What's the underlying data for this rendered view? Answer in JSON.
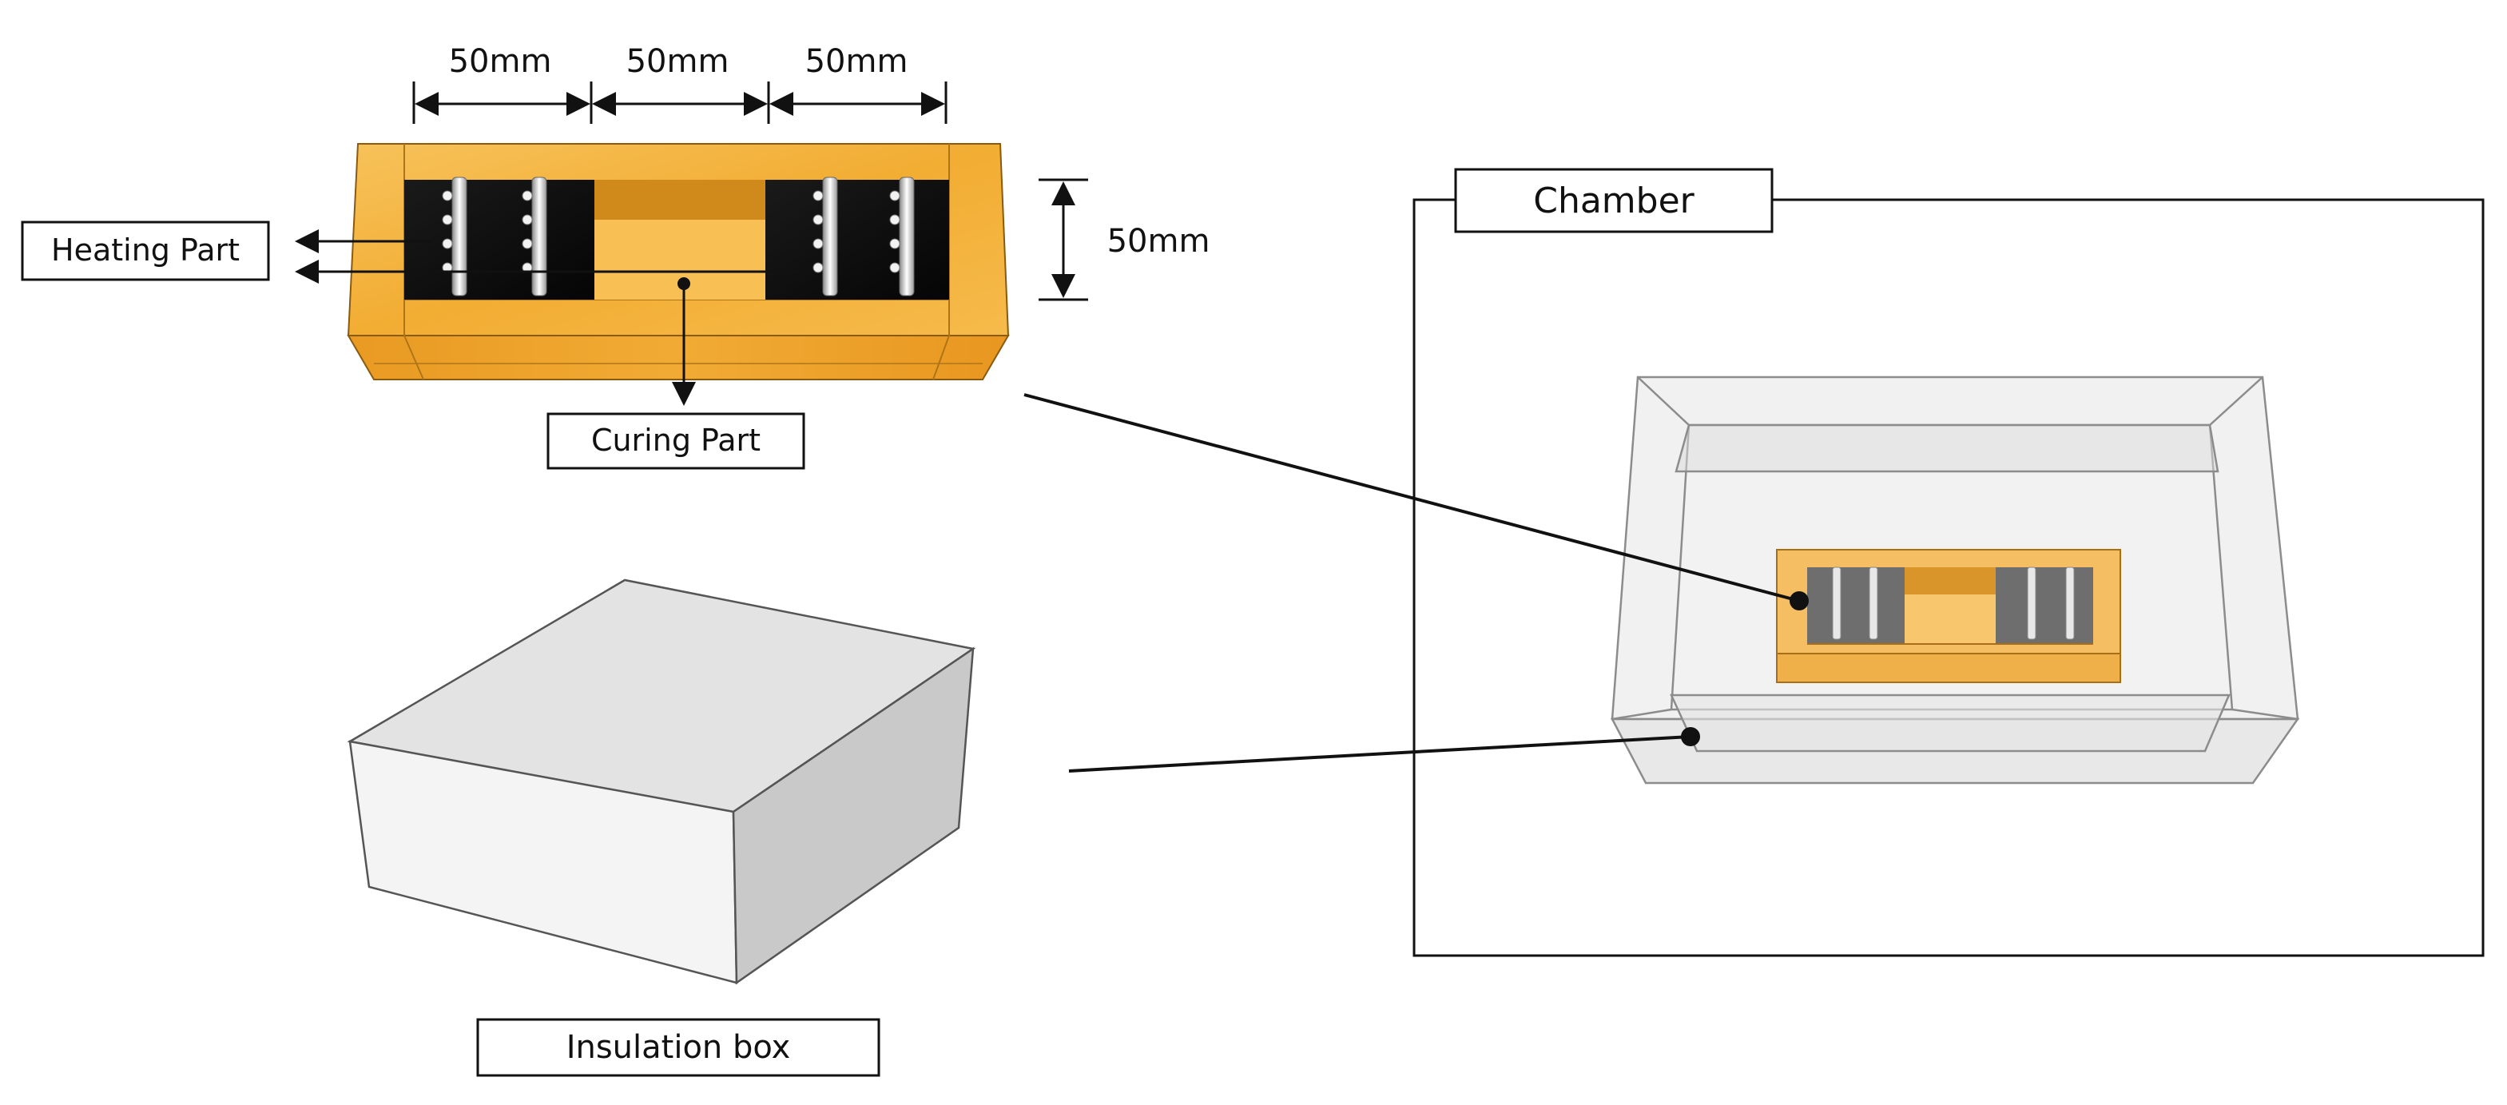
{
  "labels": {
    "dim_top_1": "50mm",
    "dim_top_2": "50mm",
    "dim_top_3": "50mm",
    "dim_side": "50mm",
    "heating_part": "Heating Part",
    "curing_part": "Curing Part",
    "insulation_box": "Insulation box",
    "chamber": "Chamber"
  },
  "colors": {
    "mold_top": "#f5b13c",
    "mold_front": "#f0a52a",
    "mold_inner": "#f7bb4e",
    "heater_block": "#111111",
    "box_top": "#e2e2e2",
    "box_front": "#f3f3f3",
    "box_side": "#c9c9c9",
    "glass": "#d9d9d9"
  }
}
